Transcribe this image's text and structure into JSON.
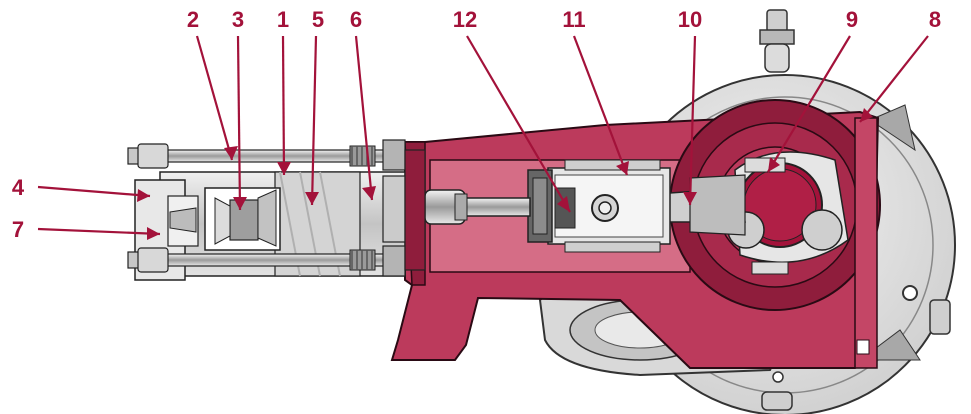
{
  "colors": {
    "accent": "#a3123a",
    "frame_red": "#bc3a5c",
    "frame_red_light": "#d56d86",
    "frame_red_dark": "#8f1d3c",
    "gray_light": "#e3e3e3",
    "gray_mid": "#bdbdbd",
    "gray_dark": "#6d6d6d",
    "outline": "#222222"
  },
  "callouts": [
    {
      "id": "c2",
      "label": "2"
    },
    {
      "id": "c3",
      "label": "3"
    },
    {
      "id": "c1",
      "label": "1"
    },
    {
      "id": "c5",
      "label": "5"
    },
    {
      "id": "c6",
      "label": "6"
    },
    {
      "id": "c12",
      "label": "12"
    },
    {
      "id": "c11",
      "label": "11"
    },
    {
      "id": "c10",
      "label": "10"
    },
    {
      "id": "c9",
      "label": "9"
    },
    {
      "id": "c8",
      "label": "8"
    },
    {
      "id": "c4",
      "label": "4"
    },
    {
      "id": "c7",
      "label": "7"
    }
  ]
}
